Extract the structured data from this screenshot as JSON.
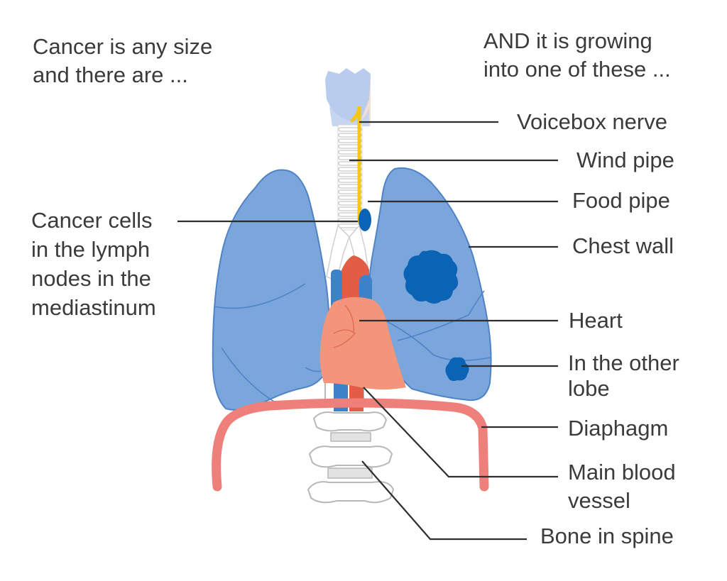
{
  "intro": {
    "left": [
      "Cancer is any size",
      "and there are ..."
    ],
    "right": [
      "AND it is growing",
      "into one of these ..."
    ]
  },
  "labels": {
    "voicebox_nerve": [
      "Voicebox nerve"
    ],
    "wind_pipe": [
      "Wind pipe"
    ],
    "food_pipe": [
      "Food pipe"
    ],
    "chest_wall": [
      "Chest wall"
    ],
    "lymph_nodes": [
      "Cancer cells",
      "in the lymph",
      "nodes in the",
      "mediastinum"
    ],
    "heart": [
      "Heart"
    ],
    "other_lobe": [
      "In the other",
      "lobe"
    ],
    "diaphragm": [
      "Diaphagm"
    ],
    "main_blood_vessel": [
      "Main blood",
      "vessel"
    ],
    "bone_in_spine": [
      "Bone in spine"
    ]
  },
  "colors": {
    "lung_fill": "#7ba6dc",
    "lung_outline": "#4f83c6",
    "tumour": "#0b63b6",
    "heart": "#f2957a",
    "aorta": "#e35c45",
    "vena_cava": "#3b82c8",
    "nerve": "#f5c518",
    "diaphragm": "#ef7f7a",
    "bone_outline": "#b8b8b8",
    "larynx": "#b5c9ea"
  }
}
